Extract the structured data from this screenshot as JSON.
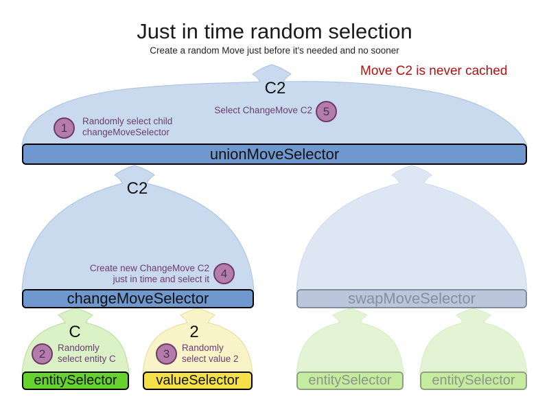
{
  "header": {
    "title": "Just in time random selection",
    "subtitle": "Create a random Move just before it's needed and no sooner"
  },
  "note": {
    "text": "Move C2 is never cached"
  },
  "funnels": {
    "union": {
      "label": "unionMoveSelector",
      "output": "C2"
    },
    "change": {
      "label": "changeMoveSelector",
      "output": "C2"
    },
    "swap": {
      "label": "swapMoveSelector"
    },
    "entity": {
      "label": "entitySelector",
      "output": "C"
    },
    "value": {
      "label": "valueSelector",
      "output": "2"
    },
    "entityFaded1": {
      "label": "entitySelector"
    },
    "entityFaded2": {
      "label": "entitySelector"
    }
  },
  "steps": {
    "s1": {
      "num": "1",
      "line1": "Randomly select child",
      "line2": "changeMoveSelector"
    },
    "s2": {
      "num": "2",
      "line1": "Randomly",
      "line2": "select entity C"
    },
    "s3": {
      "num": "3",
      "line1": "Randomly",
      "line2": "select value 2"
    },
    "s4": {
      "num": "4",
      "line1": "Create new ChangeMove C2",
      "line2": "just in time and select it"
    },
    "s5": {
      "num": "5",
      "line1": "Select ChangeMove C2"
    }
  },
  "colors": {
    "note_red": "#b01212",
    "annotation_purple": "#6a3d71",
    "circle_fill": "#b37cab",
    "circle_border": "#6e3a68",
    "funnel_blue": "#c9daef",
    "bar_blue": "#6f98cf",
    "funnel_blue_faded": "#dde7f4",
    "bar_blue_faded": "#b9c6dc",
    "funnel_green": "#daf2c6",
    "bar_green": "#65d22d",
    "funnel_green_faded": "#e3f4d4",
    "bar_green_faded": "#c5ec9e",
    "funnel_yellow": "#f9f4c8",
    "bar_yellow": "#f6e04a"
  }
}
